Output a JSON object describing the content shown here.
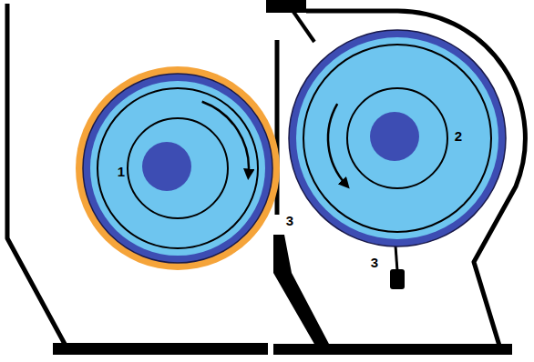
{
  "diagram": {
    "nodes": [
      {
        "text": [
          "1"
        ]
      },
      {
        "text": [
          "2"
        ]
      }
    ],
    "labels": [
      "3",
      "3"
    ]
  }
}
